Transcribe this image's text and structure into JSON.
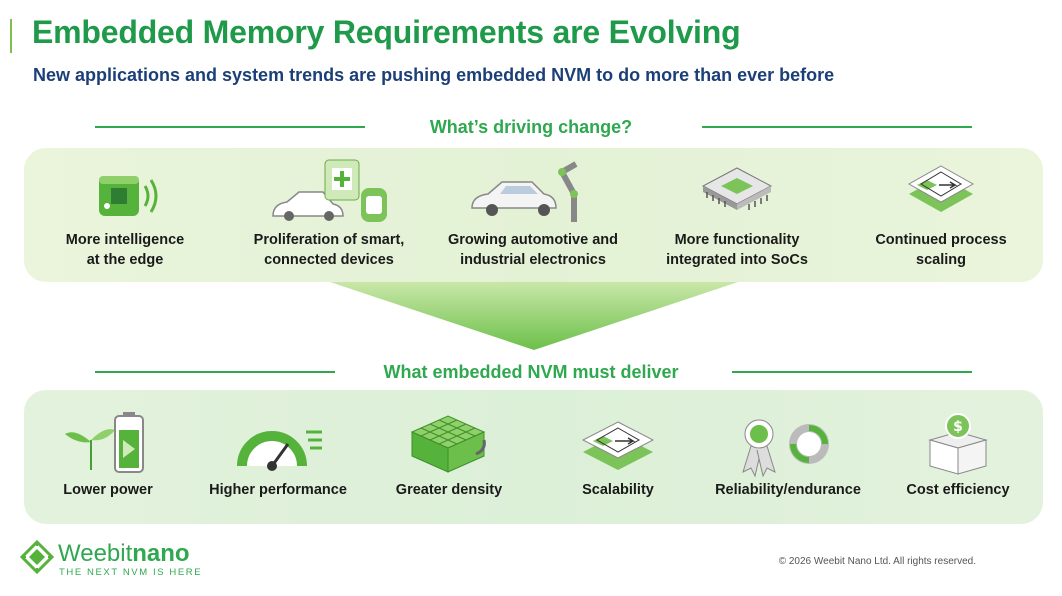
{
  "title": "Embedded Memory Requirements are Evolving",
  "subtitle": "New applications and system trends are pushing embedded NVM to do more than ever before",
  "drivers_heading": "What’s driving change?",
  "deliver_heading": "What embedded NVM must deliver",
  "drivers": [
    {
      "line1": "More intelligence",
      "line2": "at the edge",
      "icon": "edge-chip-icon"
    },
    {
      "line1": "Proliferation of smart,",
      "line2": "connected devices",
      "icon": "smart-devices-icon"
    },
    {
      "line1": "Growing automotive and",
      "line2": "industrial electronics",
      "icon": "car-robot-arm-icon"
    },
    {
      "line1": "More functionality",
      "line2": "integrated into SoCs",
      "icon": "soc-chip-icon"
    },
    {
      "line1": "Continued process",
      "line2": "scaling",
      "icon": "process-scaling-icon"
    }
  ],
  "deliverables": [
    {
      "label": "Lower power",
      "icon": "plant-battery-icon"
    },
    {
      "label": "Higher performance",
      "icon": "speedometer-icon"
    },
    {
      "label": "Greater density",
      "icon": "cube-grid-icon"
    },
    {
      "label": "Scalability",
      "icon": "scalability-icon"
    },
    {
      "label": "Reliability/endurance",
      "icon": "ribbon-gear-icon"
    },
    {
      "label": "Cost efficiency",
      "icon": "dollar-box-icon"
    }
  ],
  "logo": {
    "name_light": "Weebit",
    "name_bold": "nano",
    "tagline": "THE NEXT NVM IS HERE"
  },
  "copyright": "© 2026 Weebit Nano Ltd. All rights reserved.",
  "colors": {
    "title_green": "#1f9a4a",
    "subtitle_navy": "#1c3f78",
    "accent_green": "#2fa84f"
  }
}
